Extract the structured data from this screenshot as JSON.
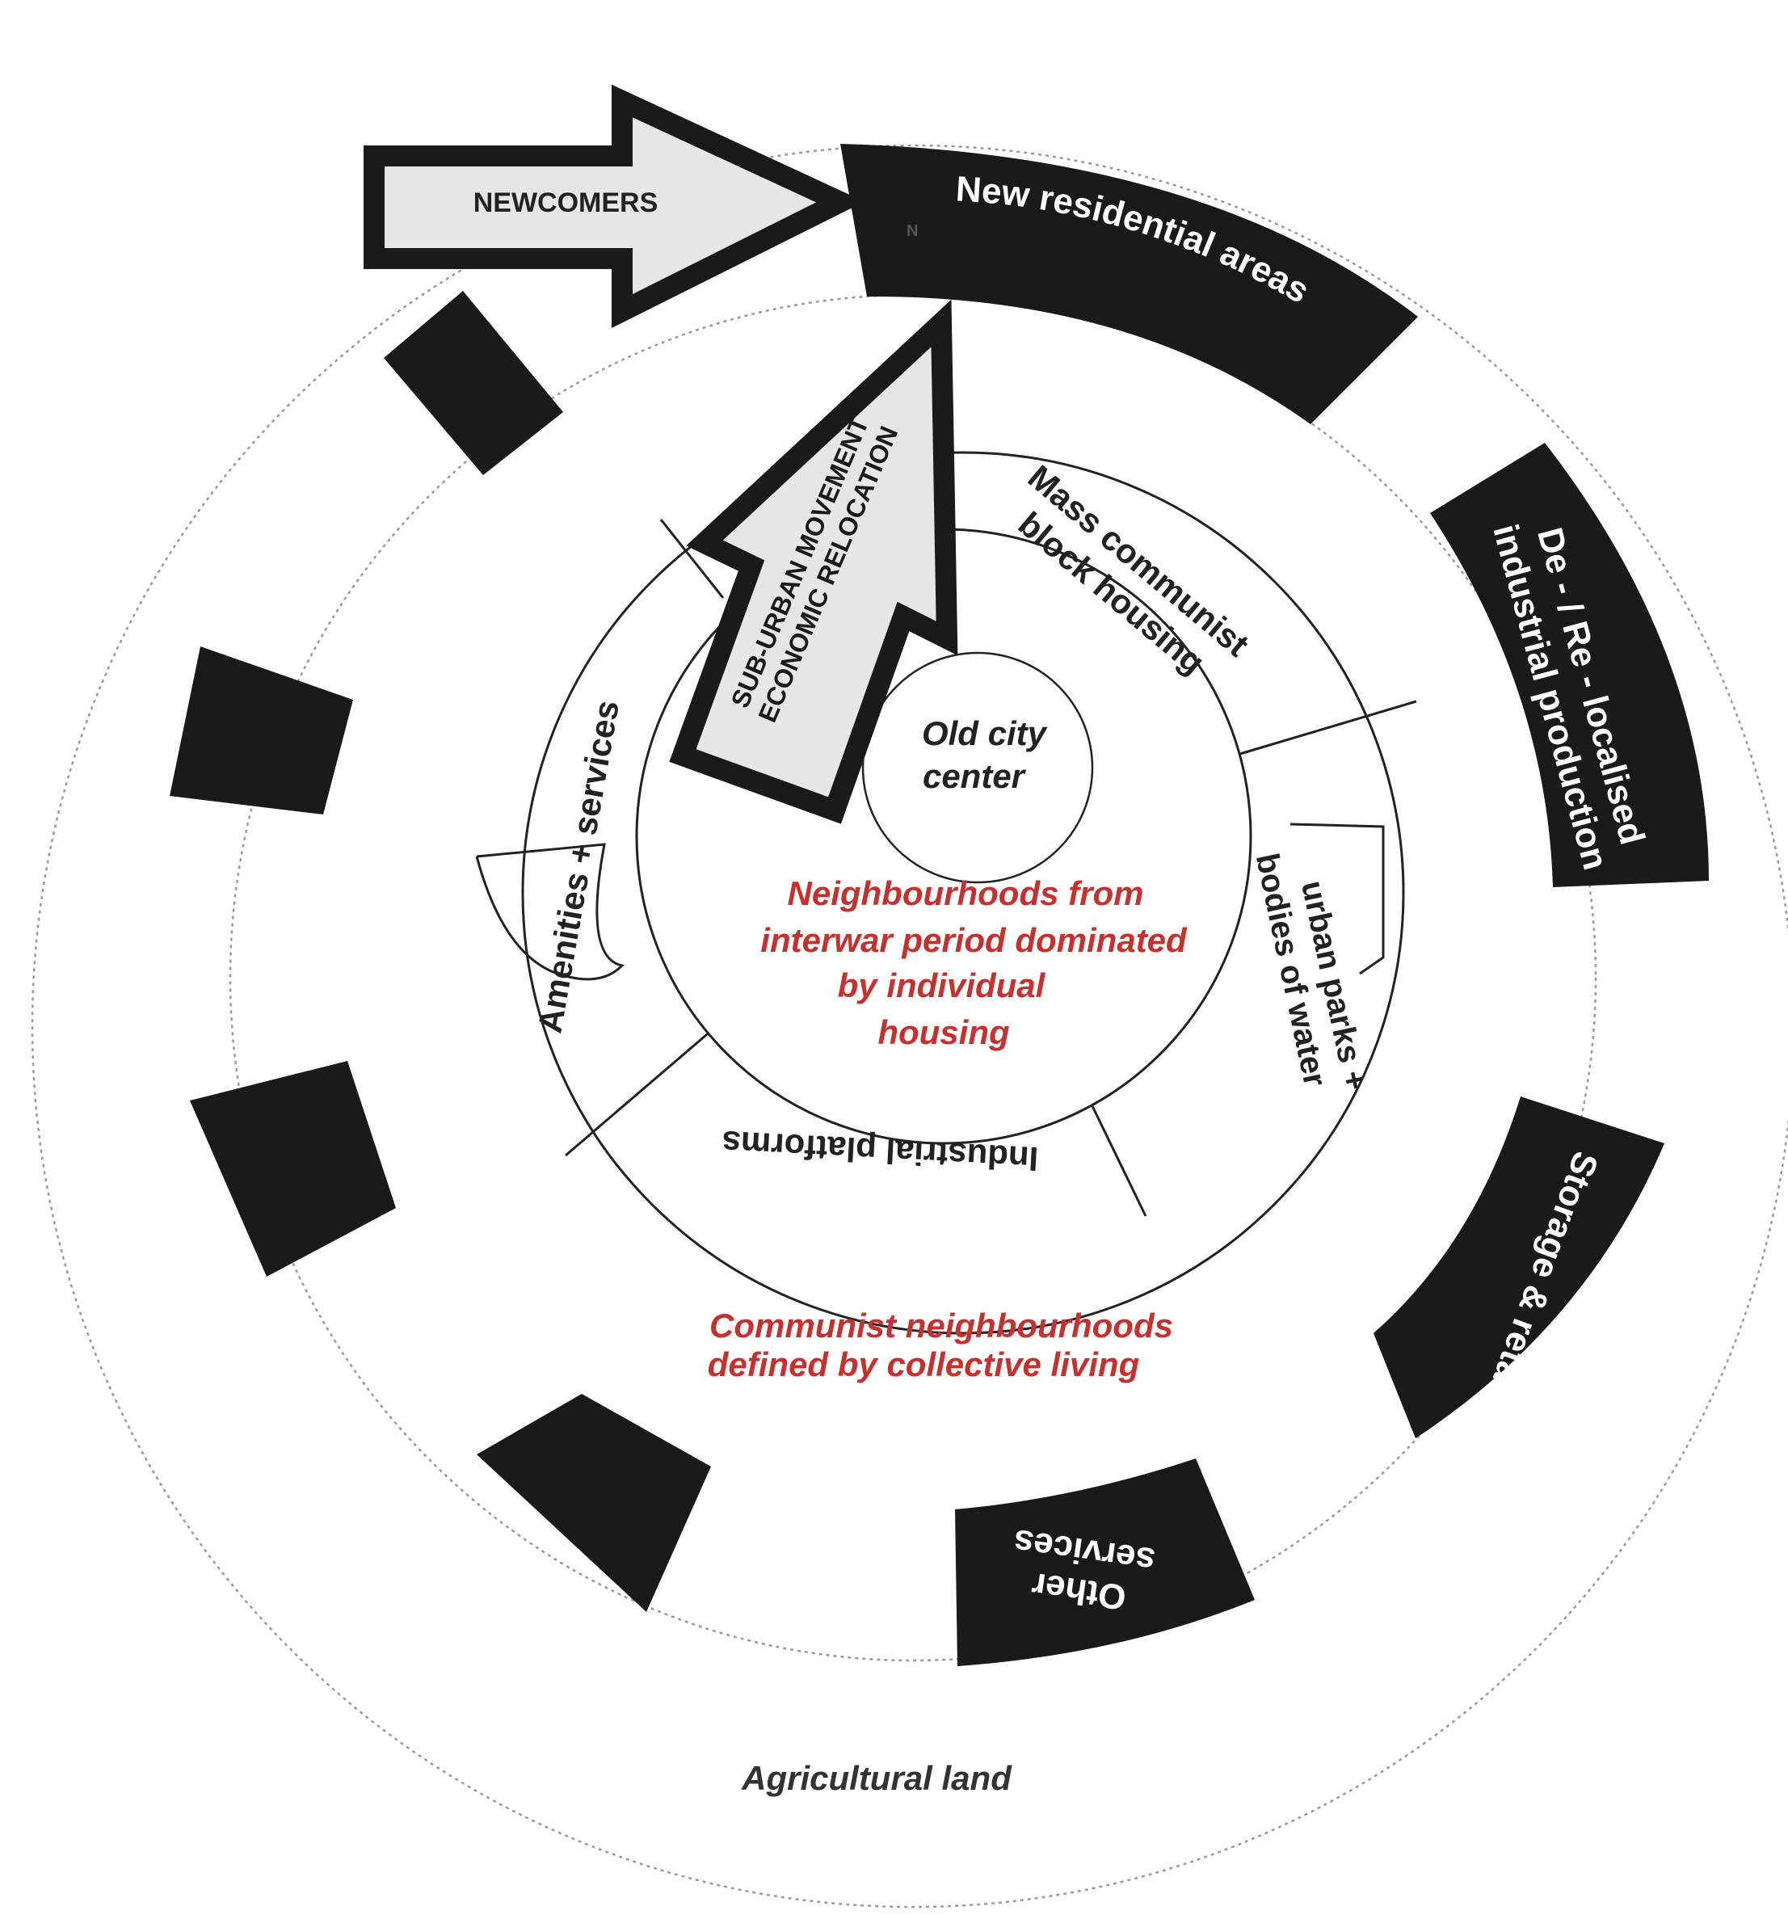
{
  "labels": {
    "newcomers": "NEWCOMERS",
    "suburban_movement": "SUB-URBAN MOVEMENT",
    "economic_relocation": "ECONOMIC RELOCATION",
    "new_residential": "New residential areas",
    "deindustrial_line1": "De - / Re - localised",
    "deindustrial_line2": "industrial production",
    "storage_retail": "Storage & retail",
    "other_services_line1": "Other",
    "other_services_line2": "services",
    "mass_housing_line1": "Mass communist",
    "mass_housing_line2": "block housing",
    "urban_parks_line1": "urban parks +",
    "urban_parks_line2": "bodies of water",
    "industrial_platforms": "Industrial platforms",
    "amenities": "Amenities + services",
    "old_center_line1": "Old city",
    "old_center_line2": "center",
    "interwar_line1": "Neighbourhoods from",
    "interwar_line2": "interwar period dominated",
    "interwar_line3": "by individual",
    "interwar_line4": "housing",
    "communist_line1": "Communist neighbourhoods",
    "communist_line2": "defined by collective living",
    "agricultural": "Agricultural land",
    "stray_mark": "N"
  },
  "colors": {
    "black": "#1a1a1a",
    "red": "#c8302e",
    "arrow_fill": "#e6e6e6",
    "line": "#222222",
    "dotted": "#9a9a9a"
  }
}
